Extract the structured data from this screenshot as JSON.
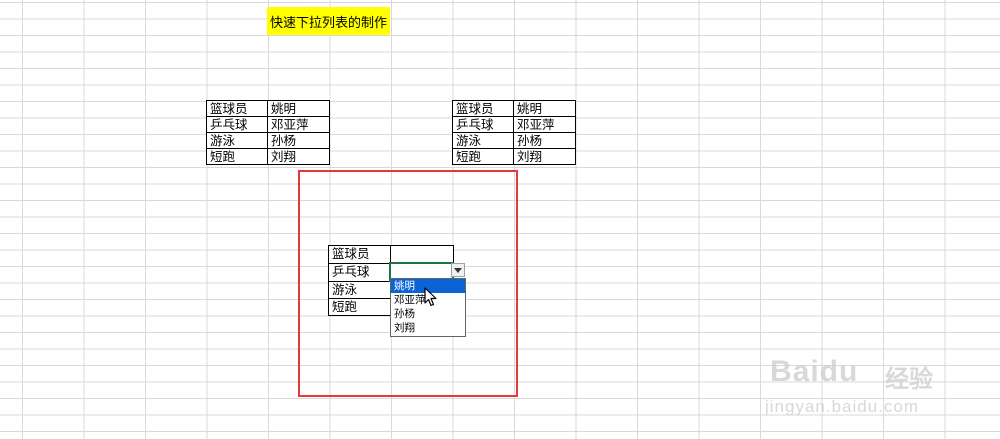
{
  "title": "快速下拉列表的制作",
  "table_left": [
    [
      "篮球员",
      "姚明"
    ],
    [
      "乒乓球",
      "邓亚萍"
    ],
    [
      "游泳",
      "孙杨"
    ],
    [
      "短跑",
      "刘翔"
    ]
  ],
  "table_right": [
    [
      "篮球员",
      "姚明"
    ],
    [
      "乒乓球",
      "邓亚萍"
    ],
    [
      "游泳",
      "孙杨"
    ],
    [
      "短跑",
      "刘翔"
    ]
  ],
  "table_bottom": [
    "篮球员",
    "乒乓球",
    "游泳",
    "短跑"
  ],
  "dropdown": {
    "options": [
      "姚明",
      "邓亚萍",
      "孙杨",
      "刘翔"
    ],
    "selected_index": 0
  },
  "watermark": {
    "logo": "Baidu",
    "cn": "经验",
    "url": "jingyan.baidu.com"
  },
  "colors": {
    "title_bg": "#ffff00",
    "highlight_box": "#e53935",
    "selected_item": "#0a64d8",
    "active_cell_border": "#217346"
  }
}
